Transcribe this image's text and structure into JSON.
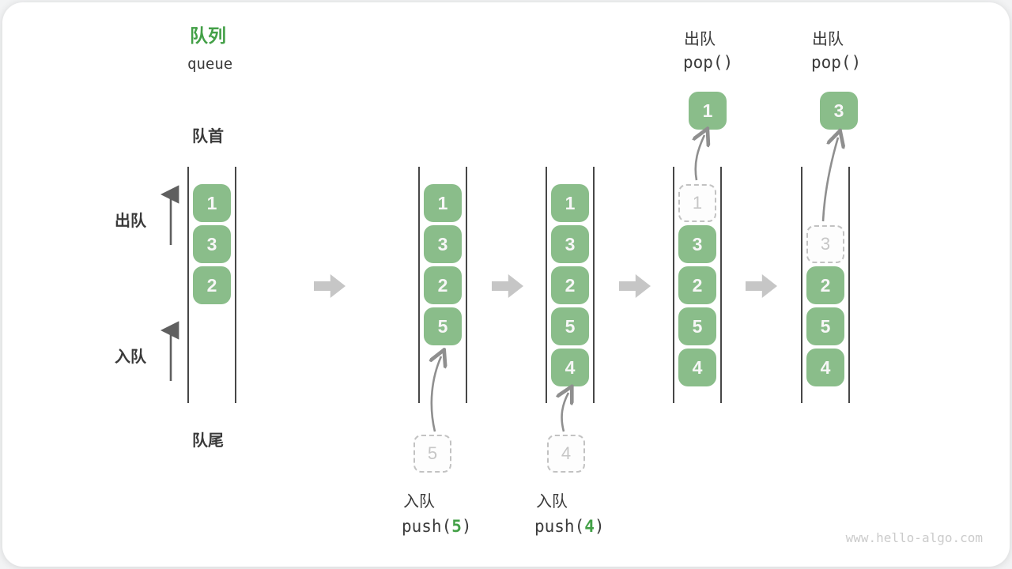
{
  "title": {
    "main": "队列",
    "sub": "queue"
  },
  "labels": {
    "front": "队首",
    "rear": "队尾",
    "dequeue_side": "出队",
    "enqueue_side": "入队"
  },
  "states": [
    {
      "cells": [
        "1",
        "3",
        "2"
      ]
    },
    {
      "cells": [
        "1",
        "3",
        "2",
        "5"
      ],
      "incoming": "5",
      "op": {
        "zh": "入队",
        "code_pre": "push(",
        "code_arg": "5",
        "code_post": ")"
      }
    },
    {
      "cells": [
        "1",
        "3",
        "2",
        "5",
        "4"
      ],
      "incoming": "4",
      "op": {
        "zh": "入队",
        "code_pre": "push(",
        "code_arg": "4",
        "code_post": ")"
      }
    },
    {
      "cells": [
        "3",
        "2",
        "5",
        "4"
      ],
      "ghost": "1",
      "popped": "1",
      "op": {
        "zh": "出队",
        "code_pre": "pop(",
        "code_arg": "",
        "code_post": ")"
      }
    },
    {
      "cells": [
        "2",
        "5",
        "4"
      ],
      "ghost": "3",
      "popped": "3",
      "op": {
        "zh": "出队",
        "code_pre": "pop(",
        "code_arg": "",
        "code_post": ")"
      }
    }
  ],
  "watermark": "www.hello-algo.com",
  "colors": {
    "accent_green": "#43a047",
    "cell_green": "#8abd8a",
    "cell_text": "#f7f7f7",
    "ghost_border": "#c2c2c2",
    "ghost_text": "#c6c6c6",
    "rail_line": "#474747",
    "block_arrow": "#c6c6c6",
    "flow_arrow": "#8f8f8f",
    "side_arrow": "#5f5f5f",
    "label_text": "#3a3a3a",
    "watermark_text": "#cbcbcb",
    "card_bg": "#ffffff"
  }
}
